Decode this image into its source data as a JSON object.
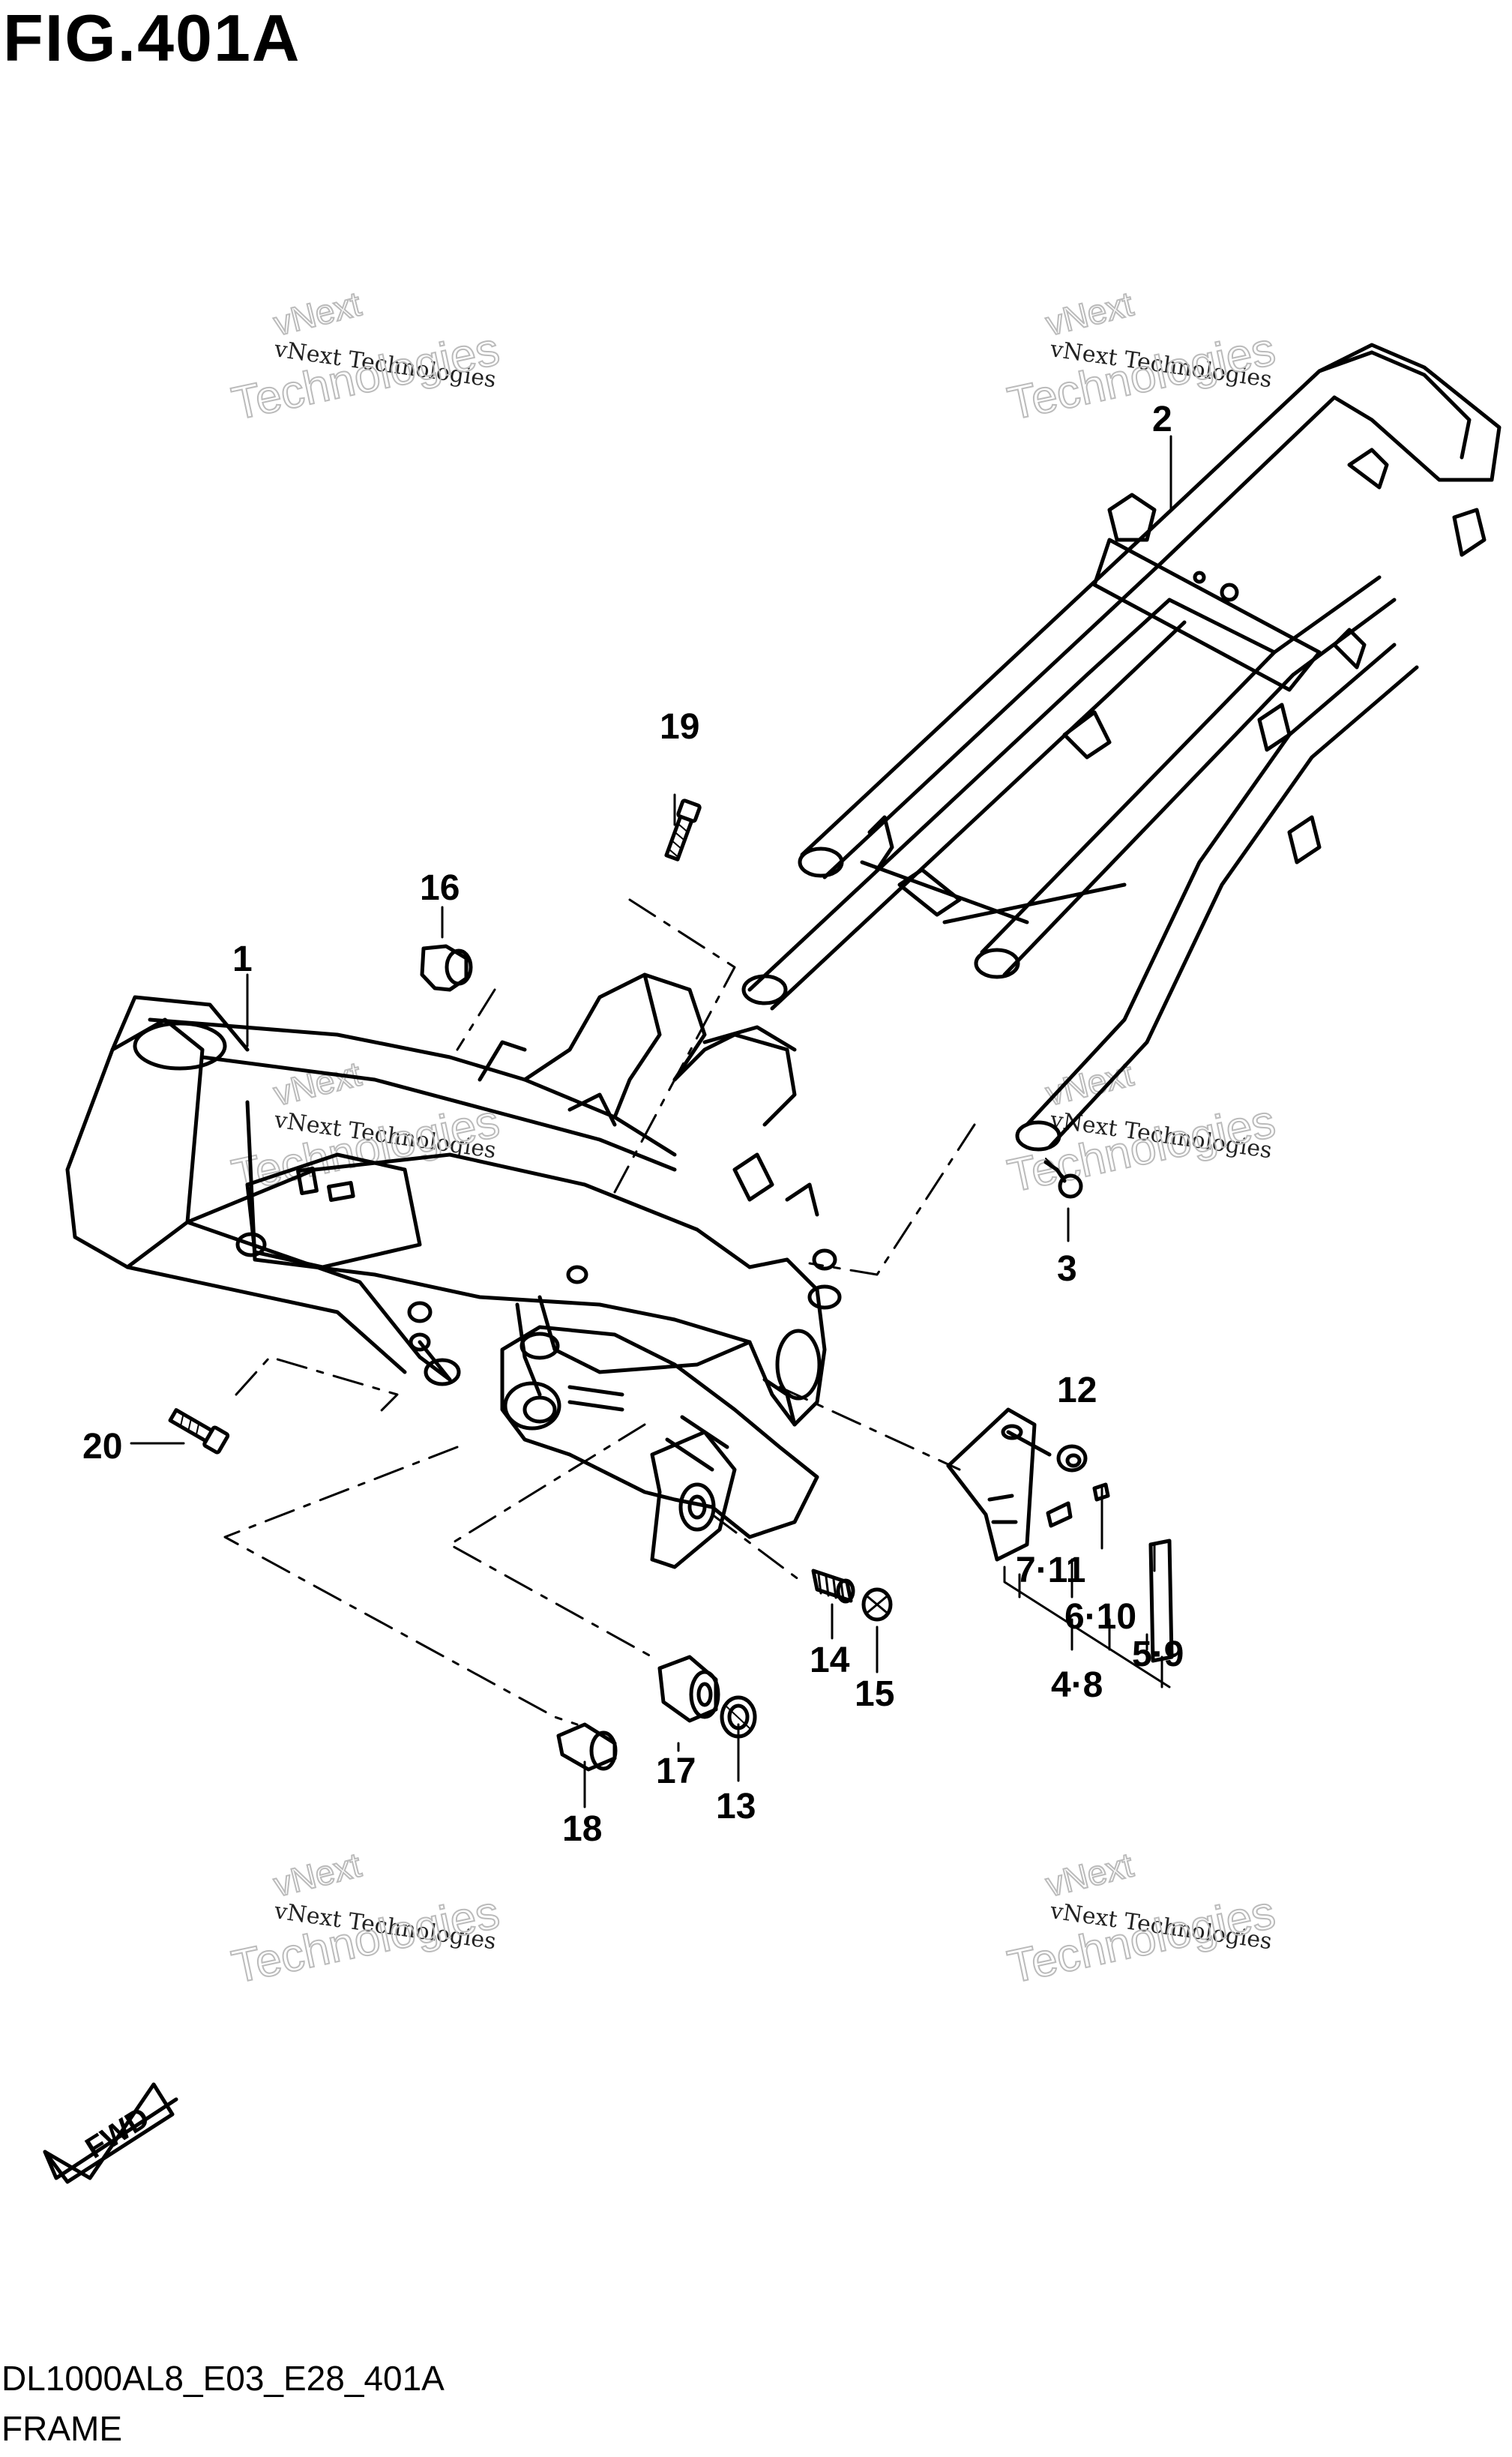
{
  "figure": {
    "title": "FIG.401A",
    "code": "DL1000AL8_E03_E28_401A",
    "name": "FRAME"
  },
  "callouts": [
    "1",
    "2",
    "3",
    "4·8",
    "5·9",
    "6·10",
    "7·11",
    "12",
    "13",
    "14",
    "15",
    "16",
    "17",
    "18",
    "19",
    "20"
  ],
  "watermark": {
    "line1": "vNext Technologies",
    "line2": "vNext",
    "line3": "Technologies"
  },
  "fwd_label": "FWD"
}
